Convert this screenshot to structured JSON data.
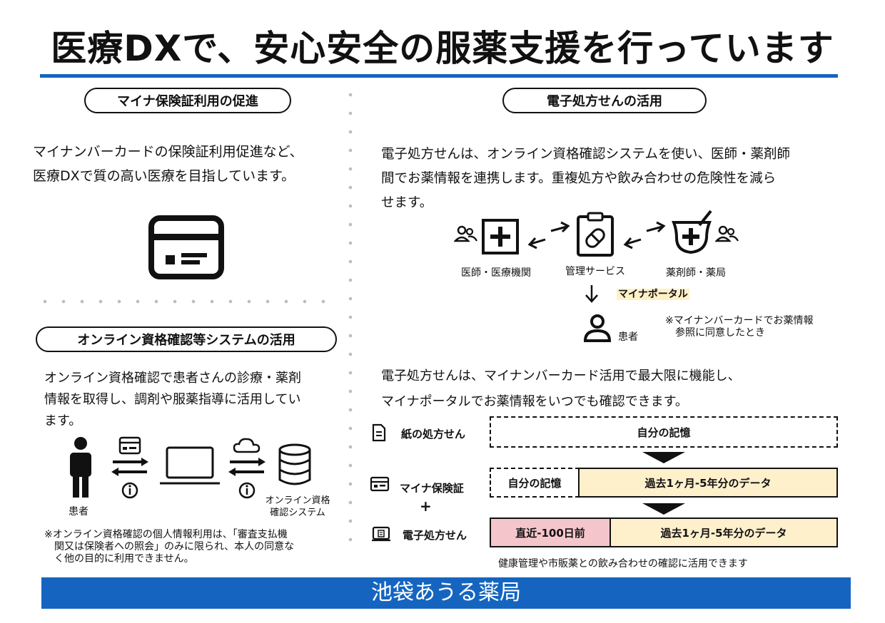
{
  "title": "医療DXで、安心安全の服薬支援を行っています",
  "left": {
    "section1_title": "マイナ保険証利用の促進",
    "section1_text": [
      "マイナンバーカードの保険証利用促進など、",
      "医療DXで質の高い医療を目指しています。"
    ],
    "section2_title": "オンライン資格確認等システムの活用",
    "section2_text": [
      "オンライン資格確認で患者さんの診療・薬剤",
      "情報を取得し、調剤や服薬指導に活用してい",
      "ます。"
    ],
    "patient_label": "患者",
    "system_label": [
      "オンライン資格",
      "確認システム"
    ],
    "note": [
      "※オンライン資格確認の個人情報利用は、「審査支払機",
      "関又は保険者への照会」のみに限られ、本人の同意な",
      "く他の目的に利用できません。"
    ]
  },
  "right": {
    "section_title": "電子処方せんの活用",
    "intro": [
      "電子処方せんは、オンライン資格確認システムを使い、医師・薬剤師",
      "間でお薬情報を連携します。重複処方や飲み合わせの危険性を減ら",
      "せます。"
    ],
    "flow": {
      "doctor_label": "医師・医療機関",
      "service_label": "管理サービス",
      "pharmacy_label": "薬剤師・薬局",
      "portal_label": "マイナポータル",
      "patient_label": "患者",
      "consent_note": [
        "※マイナンバーカードでお薬情報",
        "参照に同意したとき"
      ]
    },
    "summary": [
      "電子処方せんは、マイナンバーカード活用で最大限に機能し、",
      "マイナポータルでお薬情報をいつでも確認できます。"
    ],
    "rows": {
      "paper_label": "紙の処方せん",
      "paper_box": "自分の記憶",
      "mynacard_label": "マイナ保険証",
      "mynacard_memory": "自分の記憶",
      "mynacard_data": "過去1ヶ月-5年分のデータ",
      "plus": "+",
      "eprescription_label": "電子処方せん",
      "recent_box": "直近-100日前",
      "eprescription_data": "過去1ヶ月-5年分のデータ"
    },
    "bottom_note": "健康管理や市販薬との飲み合わせの確認に活用できます"
  },
  "footer": "池袋あうる薬局",
  "colors": {
    "accent_blue": "#1565c0",
    "beige": "#fff0cc",
    "pink": "#f4c6cc",
    "portal_highlight": "#fff1c7"
  }
}
